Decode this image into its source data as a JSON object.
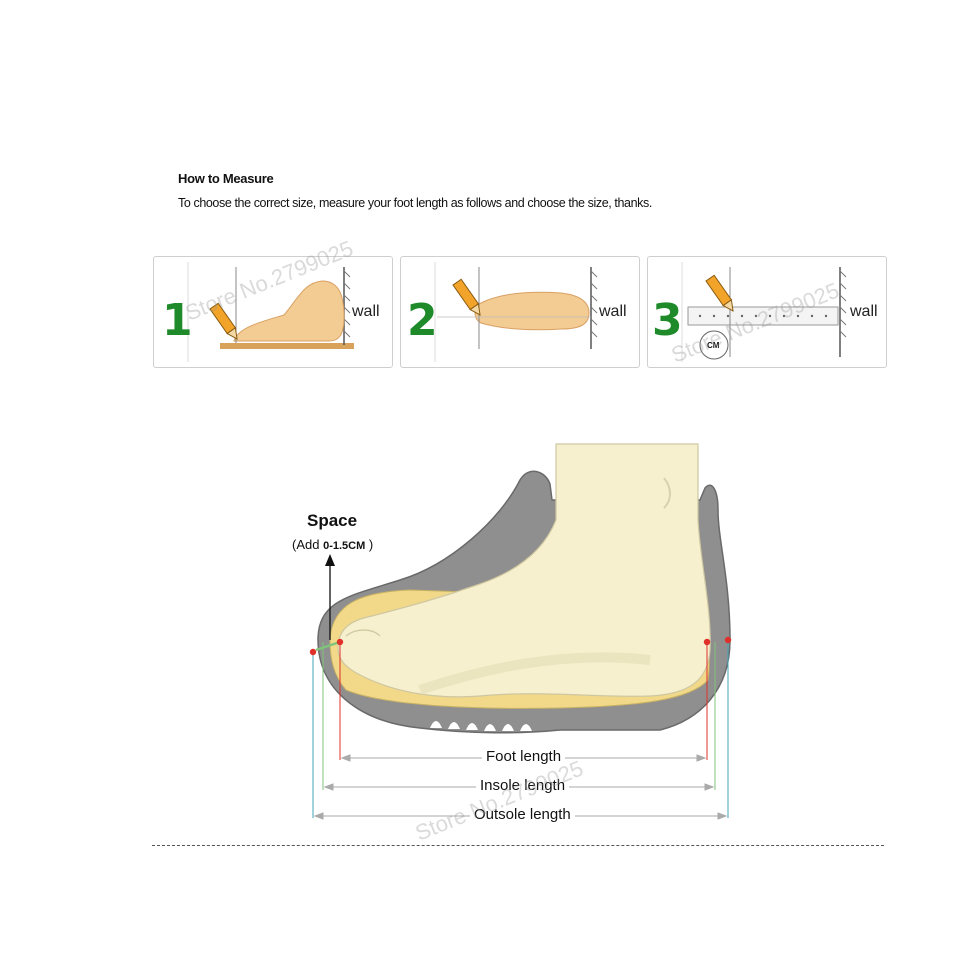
{
  "header": {
    "title": "How to Measure",
    "subtitle": "To choose the correct size, measure your foot length as follows and choose the size, thanks."
  },
  "steps": [
    {
      "number": "1",
      "wall_label": "wall"
    },
    {
      "number": "2",
      "wall_label": "wall"
    },
    {
      "number": "3",
      "wall_label": "wall",
      "ruler_unit": "CM"
    }
  ],
  "space": {
    "label": "Space",
    "note_prefix": "(Add ",
    "note_value": "0-1.5CM",
    "note_suffix": " )"
  },
  "lengths": {
    "foot": "Foot length",
    "insole": "Insole length",
    "outsole": "Outsole length"
  },
  "watermark": "Store No.2799025",
  "colors": {
    "step_green": "#1e8a2a",
    "foot_fill": "#f6f0cf",
    "shoe_fill": "#8f8f8f",
    "insole_fill": "#f2d98a",
    "marker_red": "#e0302a",
    "line_green": "#7fc47a",
    "line_teal": "#43a6b8"
  }
}
